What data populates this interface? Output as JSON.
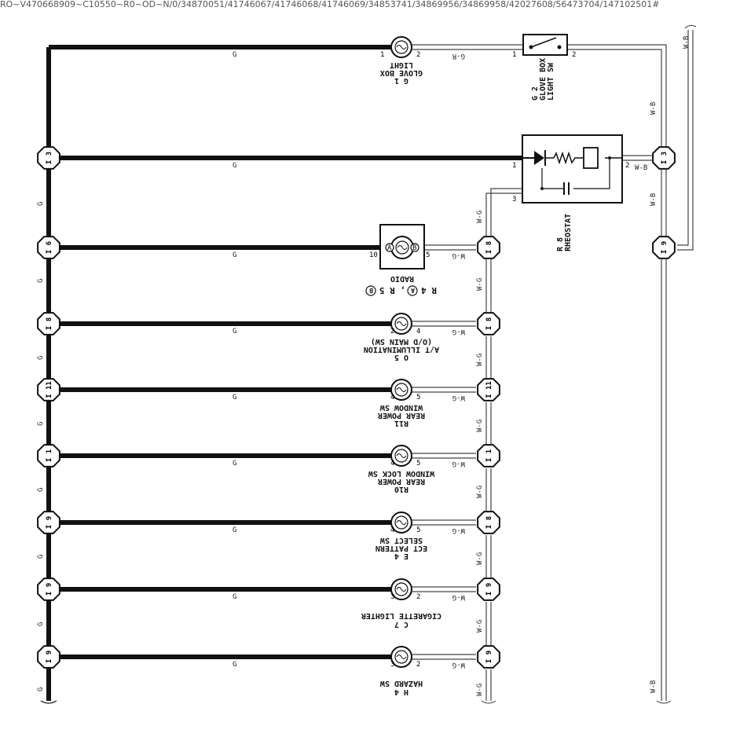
{
  "header": {
    "url": "RO~V470668909~C10550~R0~OD~N/0/34870051/41746067/41746068/41746069/34853741/34869956/34869958/42027608/56473704/147102501#"
  },
  "colors": {
    "wire_ground": "#111111",
    "wire_double": "#555555",
    "background": "#ffffff"
  },
  "wire_codes": {
    "ground": "G",
    "g_r": "G-R",
    "w_g": "W-G",
    "w_b": "W-B"
  },
  "junctions": {
    "left": [
      "I 3",
      "I 6",
      "I 8",
      "I 11",
      "I 1",
      "I 9",
      "I 9",
      "I 9"
    ],
    "mid": [
      "I 8",
      "I 8",
      "I 11",
      "I 1",
      "I 8",
      "I 9",
      "I 9"
    ],
    "right": [
      "I 3",
      "I 9"
    ]
  },
  "components": {
    "glove_box_light": {
      "code": "G 1",
      "lines": [
        "GLOVE BOX",
        "LIGHT"
      ],
      "pins": [
        "1",
        "2"
      ]
    },
    "glove_box_sw": {
      "code": "G 2",
      "lines": [
        "GLOVE BOX",
        "LIGHT SW"
      ],
      "pins": [
        "1",
        "2"
      ]
    },
    "rheostat": {
      "code": "R 8",
      "lines": [
        "RHEOSTAT"
      ],
      "pins": [
        "1",
        "2",
        "3"
      ]
    },
    "radio": {
      "code": "R 4",
      "code_a": "A",
      "code_sep": ", R 5",
      "code_b": "B",
      "lines": [
        "RADIO"
      ],
      "pins": [
        "10",
        "5"
      ],
      "pin_letters": [
        "A",
        "B"
      ]
    },
    "at_illumination": {
      "code": "O 5",
      "lines": [
        "A/T ILLUMINATION",
        "(O/D MAIN SW)"
      ],
      "pins": [
        "2",
        "4"
      ]
    },
    "r11": {
      "code": "R11",
      "lines": [
        "REAR POWER",
        "WINDOW SW"
      ],
      "pins": [
        "4",
        "5"
      ]
    },
    "r10": {
      "code": "R10",
      "lines": [
        "REAR POWER",
        "WINDOW LOCK SW"
      ],
      "pins": [
        "4",
        "5"
      ]
    },
    "e4": {
      "code": "E 4",
      "lines": [
        "ECT PATTERN",
        "SELECT SW"
      ],
      "pins": [
        "4",
        "5"
      ]
    },
    "c7": {
      "code": "C 7",
      "lines": [
        "CIGARETTE LIGHTER"
      ],
      "pins": [
        "3",
        "2"
      ]
    },
    "h4": {
      "code": "H 4",
      "lines": [
        "HAZARD SW"
      ],
      "pins": [
        "3",
        "2"
      ]
    }
  }
}
